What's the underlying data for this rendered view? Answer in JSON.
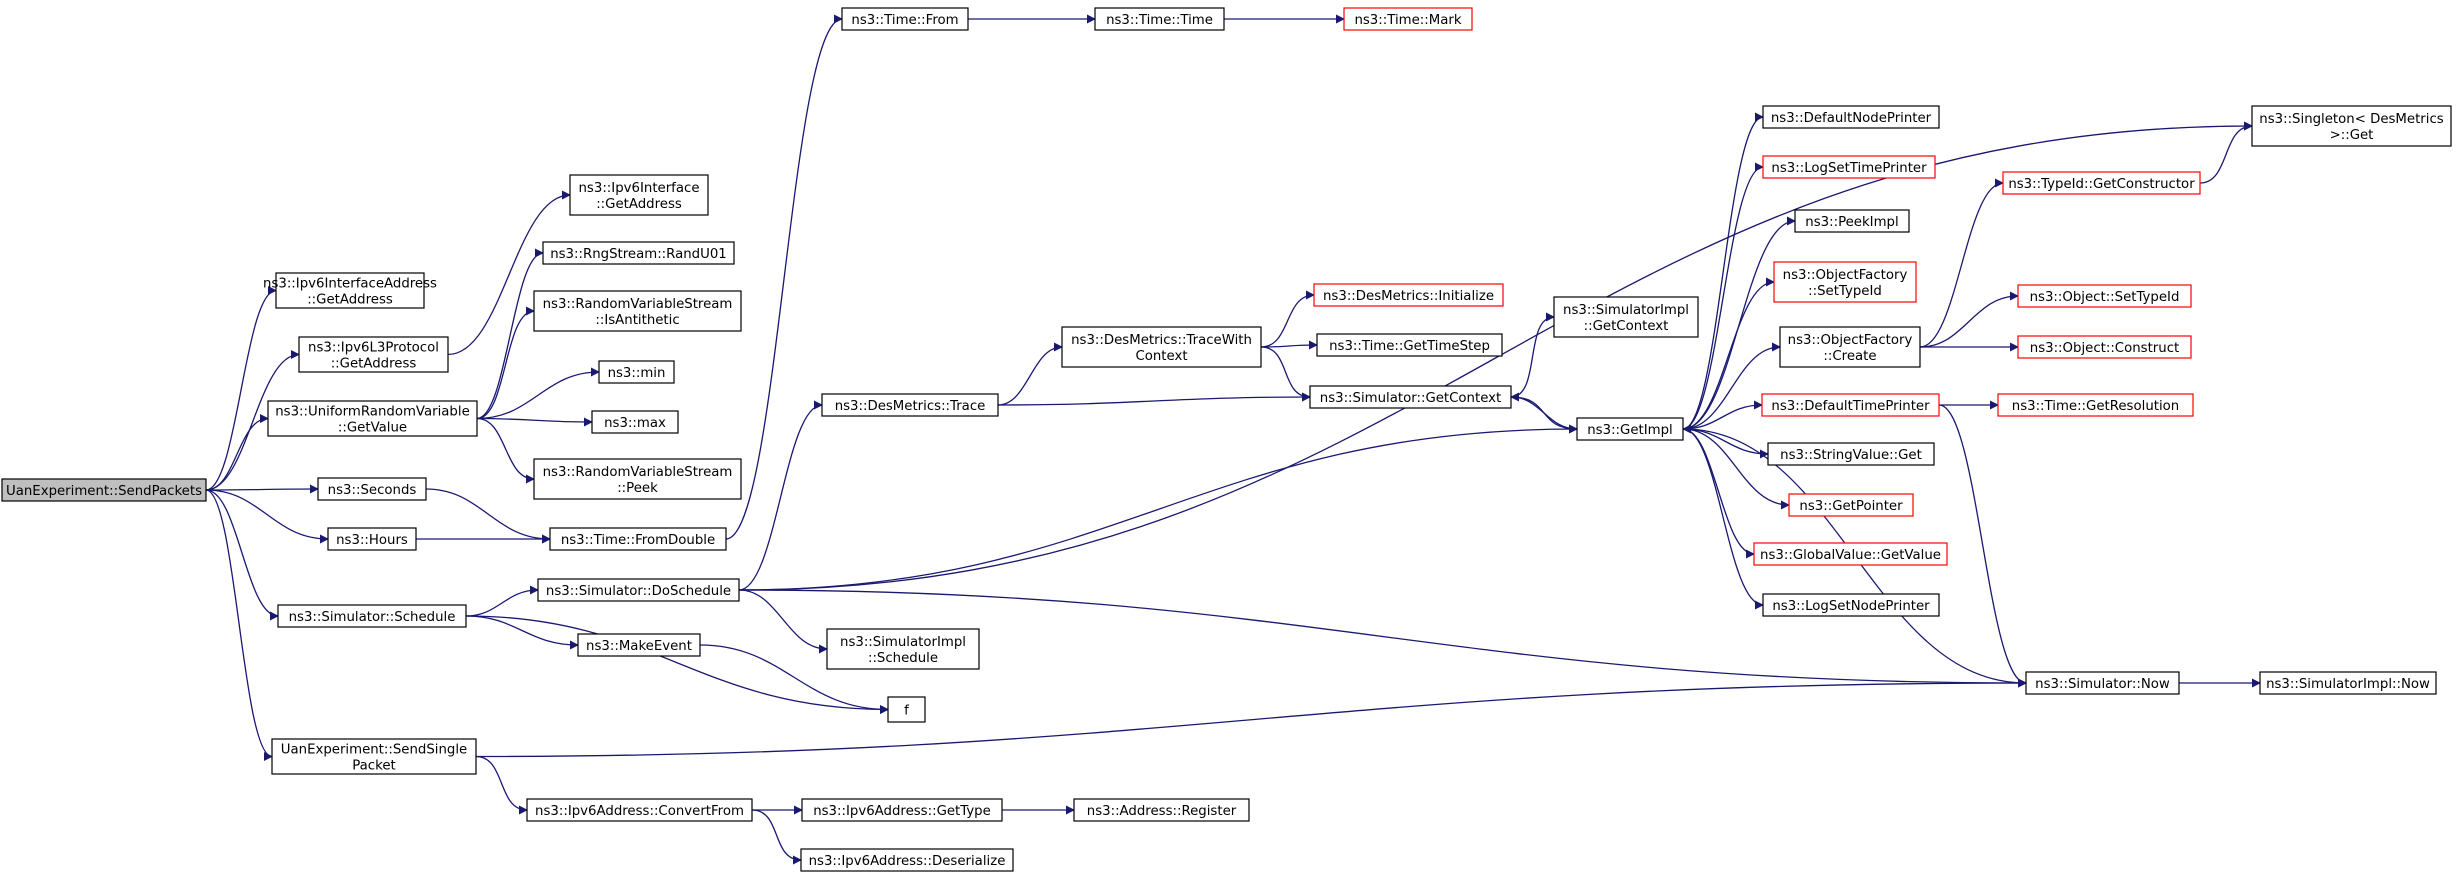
{
  "colors": {
    "edge": "#191970",
    "node_border": "#000000",
    "incomplete_node_border": "#ff0000",
    "root_fill": "#bfbfbf"
  },
  "nodes": {
    "root": {
      "lines": [
        "UanExperiment::SendPackets"
      ]
    },
    "ipv6ifaddr_getaddress": {
      "lines": [
        "ns3::Ipv6InterfaceAddress",
        "::GetAddress"
      ]
    },
    "ipv6l3_getaddress": {
      "lines": [
        "ns3::Ipv6L3Protocol",
        "::GetAddress"
      ]
    },
    "urv_getvalue": {
      "lines": [
        "ns3::UniformRandomVariable",
        "::GetValue"
      ]
    },
    "seconds": {
      "lines": [
        "ns3::Seconds"
      ]
    },
    "hours": {
      "lines": [
        "ns3::Hours"
      ]
    },
    "sim_schedule": {
      "lines": [
        "ns3::Simulator::Schedule"
      ]
    },
    "send_single": {
      "lines": [
        "UanExperiment::SendSingle",
        "Packet"
      ]
    },
    "ipv6iface_getaddress": {
      "lines": [
        "ns3::Ipv6Interface",
        "::GetAddress"
      ]
    },
    "rng_randu01": {
      "lines": [
        "ns3::RngStream::RandU01"
      ]
    },
    "rvs_isantithetic": {
      "lines": [
        "ns3::RandomVariableStream",
        "::IsAntithetic"
      ]
    },
    "min": {
      "lines": [
        "ns3::min"
      ]
    },
    "max": {
      "lines": [
        "ns3::max"
      ]
    },
    "rvs_peek": {
      "lines": [
        "ns3::RandomVariableStream",
        "::Peek"
      ]
    },
    "time_fromdouble": {
      "lines": [
        "ns3::Time::FromDouble"
      ]
    },
    "sim_doschedule": {
      "lines": [
        "ns3::Simulator::DoSchedule"
      ]
    },
    "makeevent": {
      "lines": [
        "ns3::MakeEvent"
      ]
    },
    "simimpl_schedule": {
      "lines": [
        "ns3::SimulatorImpl",
        "::Schedule"
      ]
    },
    "f": {
      "lines": [
        "f"
      ]
    },
    "time_from": {
      "lines": [
        "ns3::Time::From"
      ]
    },
    "time_time": {
      "lines": [
        "ns3::Time::Time"
      ]
    },
    "time_mark": {
      "lines": [
        "ns3::Time::Mark"
      ]
    },
    "desmetrics_trace": {
      "lines": [
        "ns3::DesMetrics::Trace"
      ]
    },
    "desmetrics_tracewith": {
      "lines": [
        "ns3::DesMetrics::TraceWith",
        "Context"
      ]
    },
    "desmetrics_initialize": {
      "lines": [
        "ns3::DesMetrics::Initialize"
      ]
    },
    "time_gettimestep": {
      "lines": [
        "ns3::Time::GetTimeStep"
      ]
    },
    "sim_getcontext": {
      "lines": [
        "ns3::Simulator::GetContext"
      ]
    },
    "simimpl_getcontext": {
      "lines": [
        "ns3::SimulatorImpl",
        "::GetContext"
      ]
    },
    "getimpl": {
      "lines": [
        "ns3::GetImpl"
      ]
    },
    "defaultnodeprinter": {
      "lines": [
        "ns3::DefaultNodePrinter"
      ]
    },
    "logsettimeprinter": {
      "lines": [
        "ns3::LogSetTimePrinter"
      ]
    },
    "peekimpl": {
      "lines": [
        "ns3::PeekImpl"
      ]
    },
    "objfactory_settypeid": {
      "lines": [
        "ns3::ObjectFactory",
        "::SetTypeId"
      ]
    },
    "objfactory_create": {
      "lines": [
        "ns3::ObjectFactory",
        "::Create"
      ]
    },
    "defaulttimeprinter": {
      "lines": [
        "ns3::DefaultTimePrinter"
      ]
    },
    "stringvalue_get": {
      "lines": [
        "ns3::StringValue::Get"
      ]
    },
    "getpointer": {
      "lines": [
        "ns3::GetPointer"
      ]
    },
    "globalvalue_getvalue": {
      "lines": [
        "ns3::GlobalValue::GetValue"
      ]
    },
    "logsetnodeprinter": {
      "lines": [
        "ns3::LogSetNodePrinter"
      ]
    },
    "sim_now": {
      "lines": [
        "ns3::Simulator::Now"
      ]
    },
    "simimpl_now": {
      "lines": [
        "ns3::SimulatorImpl::Now"
      ]
    },
    "singleton_get": {
      "lines": [
        "ns3::Singleton< DesMetrics",
        ">::Get"
      ]
    },
    "typeid_getconstructor": {
      "lines": [
        "ns3::TypeId::GetConstructor"
      ]
    },
    "object_settypeid": {
      "lines": [
        "ns3::Object::SetTypeId"
      ]
    },
    "object_construct": {
      "lines": [
        "ns3::Object::Construct"
      ]
    },
    "time_getresolution": {
      "lines": [
        "ns3::Time::GetResolution"
      ]
    },
    "ipv6addr_convertfrom": {
      "lines": [
        "ns3::Ipv6Address::ConvertFrom"
      ]
    },
    "ipv6addr_gettype": {
      "lines": [
        "ns3::Ipv6Address::GetType"
      ]
    },
    "address_register": {
      "lines": [
        "ns3::Address::Register"
      ]
    },
    "ipv6addr_deserialize": {
      "lines": [
        "ns3::Ipv6Address::Deserialize"
      ]
    }
  },
  "edges": [
    [
      "root",
      "ipv6ifaddr_getaddress"
    ],
    [
      "root",
      "ipv6l3_getaddress"
    ],
    [
      "root",
      "urv_getvalue"
    ],
    [
      "root",
      "seconds"
    ],
    [
      "root",
      "hours"
    ],
    [
      "root",
      "sim_schedule"
    ],
    [
      "root",
      "send_single"
    ],
    [
      "ipv6l3_getaddress",
      "ipv6iface_getaddress"
    ],
    [
      "urv_getvalue",
      "rng_randu01"
    ],
    [
      "urv_getvalue",
      "rvs_isantithetic"
    ],
    [
      "urv_getvalue",
      "min"
    ],
    [
      "urv_getvalue",
      "max"
    ],
    [
      "urv_getvalue",
      "rvs_peek"
    ],
    [
      "seconds",
      "time_fromdouble"
    ],
    [
      "hours",
      "time_fromdouble"
    ],
    [
      "sim_schedule",
      "sim_doschedule"
    ],
    [
      "sim_schedule",
      "makeevent"
    ],
    [
      "sim_schedule",
      "f"
    ],
    [
      "makeevent",
      "f"
    ],
    [
      "time_fromdouble",
      "time_from"
    ],
    [
      "time_from",
      "time_time"
    ],
    [
      "time_time",
      "time_mark"
    ],
    [
      "sim_doschedule",
      "desmetrics_trace"
    ],
    [
      "sim_doschedule",
      "singleton_get"
    ],
    [
      "sim_doschedule",
      "getimpl"
    ],
    [
      "sim_doschedule",
      "simimpl_schedule"
    ],
    [
      "sim_doschedule",
      "sim_now"
    ],
    [
      "desmetrics_trace",
      "desmetrics_tracewith"
    ],
    [
      "desmetrics_trace",
      "sim_getcontext"
    ],
    [
      "desmetrics_tracewith",
      "desmetrics_initialize"
    ],
    [
      "desmetrics_tracewith",
      "time_gettimestep"
    ],
    [
      "desmetrics_tracewith",
      "sim_getcontext"
    ],
    [
      "sim_getcontext",
      "simimpl_getcontext"
    ],
    [
      "sim_getcontext",
      "getimpl"
    ],
    [
      "getimpl",
      "sim_getcontext"
    ],
    [
      "getimpl",
      "defaultnodeprinter"
    ],
    [
      "getimpl",
      "logsettimeprinter"
    ],
    [
      "getimpl",
      "peekimpl"
    ],
    [
      "getimpl",
      "objfactory_settypeid"
    ],
    [
      "getimpl",
      "objfactory_create"
    ],
    [
      "getimpl",
      "defaulttimeprinter"
    ],
    [
      "getimpl",
      "stringvalue_get"
    ],
    [
      "getimpl",
      "getpointer"
    ],
    [
      "getimpl",
      "globalvalue_getvalue"
    ],
    [
      "getimpl",
      "logsetnodeprinter"
    ],
    [
      "objfactory_create",
      "typeid_getconstructor"
    ],
    [
      "objfactory_create",
      "object_settypeid"
    ],
    [
      "objfactory_create",
      "object_construct"
    ],
    [
      "typeid_getconstructor",
      "singleton_get"
    ],
    [
      "defaulttimeprinter",
      "time_getresolution"
    ],
    [
      "defaulttimeprinter",
      "sim_now"
    ],
    [
      "sim_now",
      "getimpl"
    ],
    [
      "sim_now",
      "simimpl_now"
    ],
    [
      "send_single",
      "sim_now"
    ],
    [
      "send_single",
      "ipv6addr_convertfrom"
    ],
    [
      "ipv6addr_convertfrom",
      "ipv6addr_gettype"
    ],
    [
      "ipv6addr_convertfrom",
      "ipv6addr_deserialize"
    ],
    [
      "ipv6addr_gettype",
      "address_register"
    ]
  ]
}
